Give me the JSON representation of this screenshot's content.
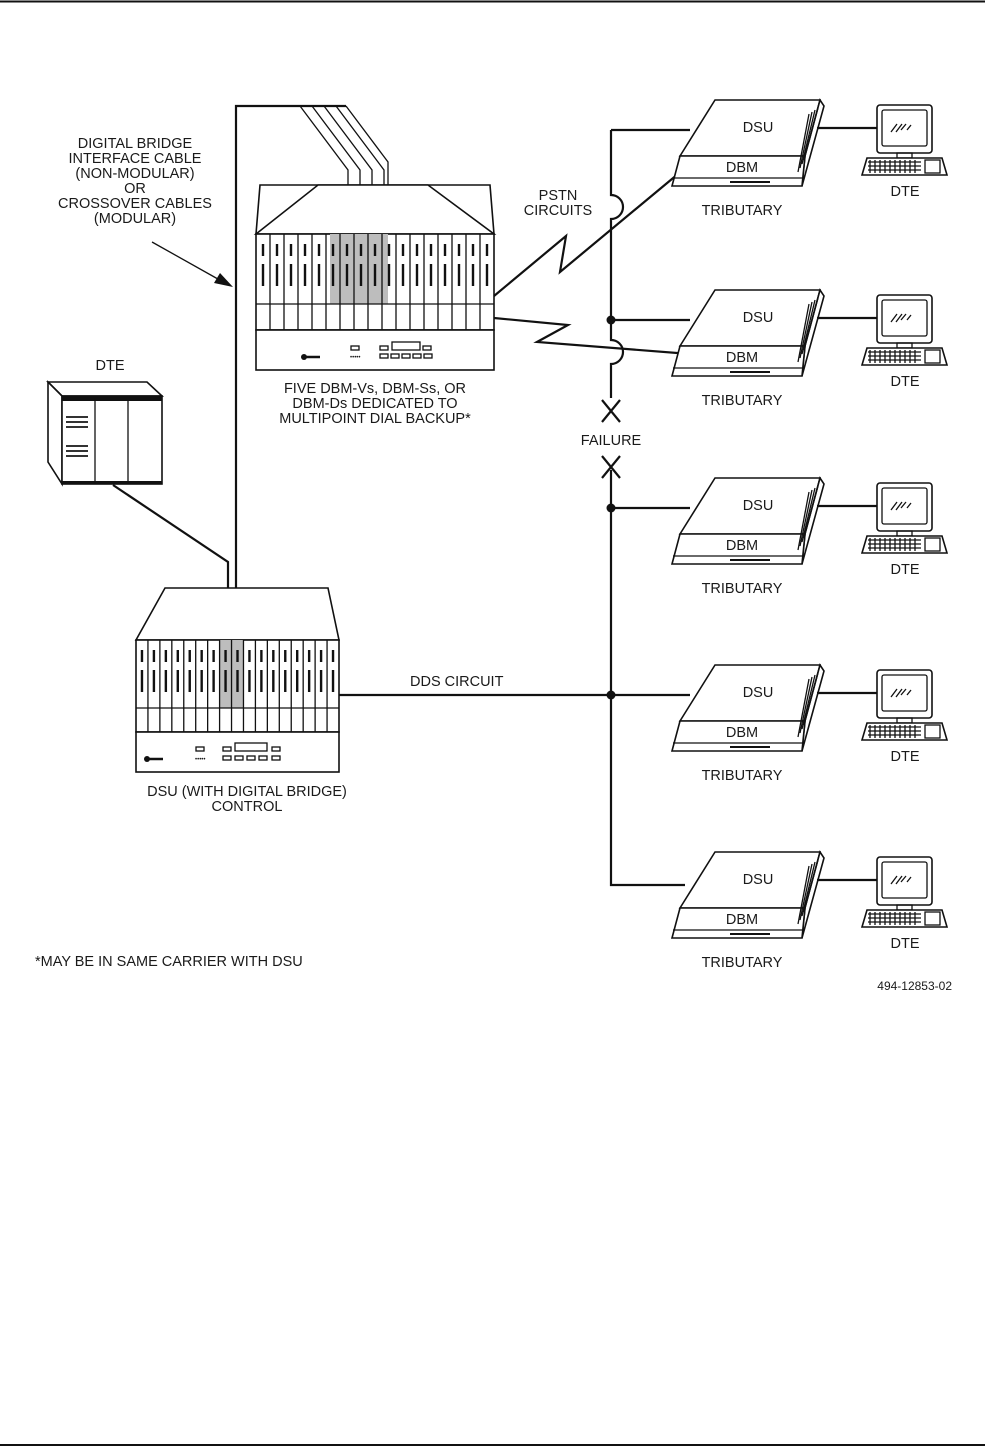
{
  "page": {
    "figure_id": "494-12853-02",
    "footnote": "*MAY BE IN SAME CARRIER WITH DSU"
  },
  "labels": {
    "cable_label": [
      "DIGITAL BRIDGE",
      "INTERFACE CABLE",
      "(NON-MODULAR)",
      "OR",
      "CROSSOVER CABLES",
      "(MODULAR)"
    ],
    "dbm_carrier_label": [
      "FIVE DBM-Vs, DBM-Ss, OR",
      "DBM-Ds DEDICATED TO",
      "MULTIPOINT DIAL BACKUP*"
    ],
    "control_carrier_label": [
      "DSU (WITH DIGITAL BRIDGE)",
      "CONTROL"
    ],
    "host_dte_label": "DTE",
    "pstn_label": [
      "PSTN",
      "CIRCUITS"
    ],
    "dds_label": "DDS CIRCUIT",
    "failure_label": "FAILURE"
  },
  "tributaries": [
    {
      "dsu": "DSU",
      "dbm": "DBM",
      "label": "TRIBUTARY",
      "dte": "DTE"
    },
    {
      "dsu": "DSU",
      "dbm": "DBM",
      "label": "TRIBUTARY",
      "dte": "DTE"
    },
    {
      "dsu": "DSU",
      "dbm": "DBM",
      "label": "TRIBUTARY",
      "dte": "DTE"
    },
    {
      "dsu": "DSU",
      "dbm": "DBM",
      "label": "TRIBUTARY",
      "dte": "DTE"
    },
    {
      "dsu": "DSU",
      "dbm": "DBM",
      "label": "TRIBUTARY",
      "dte": "DTE"
    }
  ]
}
